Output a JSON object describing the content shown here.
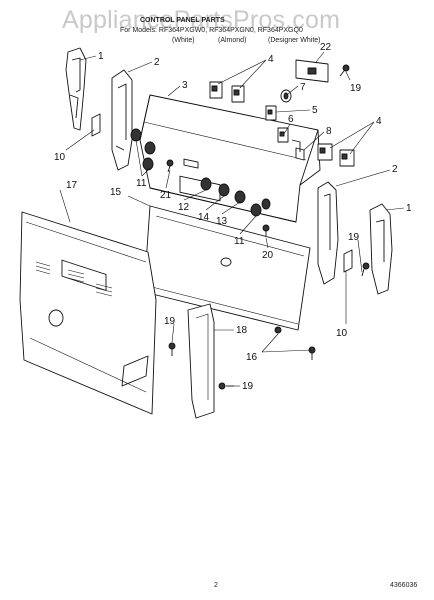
{
  "watermark": "AppliancePartsPros.com",
  "header": {
    "title": "CONTROL PANEL PARTS",
    "models": "For Models: RF364PXGW0, RF364PXGN0, RF364PXGQ0",
    "variants": [
      "(White)",
      "(Almond)",
      "(Designer White)"
    ]
  },
  "callouts": {
    "c1a": "1",
    "c2a": "2",
    "c3": "3",
    "c4a": "4",
    "c22": "22",
    "c19a": "19",
    "c7": "7",
    "c5": "5",
    "c6": "6",
    "c8": "8",
    "c4b": "4",
    "c2b": "2",
    "c10a": "10",
    "c11a": "11",
    "c21": "21",
    "c12": "12",
    "c14": "14",
    "c13": "13",
    "c11b": "11",
    "c20": "20",
    "c1b": "1",
    "c19b": "19",
    "c17": "17",
    "c15": "15",
    "c19c": "19",
    "c18": "18",
    "c16": "16",
    "c10b": "10",
    "c19d": "19"
  },
  "footer": {
    "page": "2",
    "code": "4366036"
  }
}
